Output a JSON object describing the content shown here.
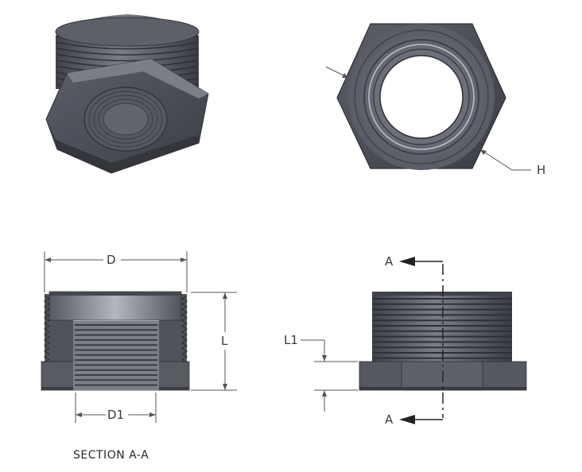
{
  "labels": {
    "d": "D",
    "d1": "D1",
    "l": "L",
    "l1": "L1",
    "h": "H",
    "section_top": "A",
    "section_bottom": "A",
    "section_caption": "SECTION A-A"
  },
  "colors": {
    "part_dark": "#4a4d55",
    "part_mid": "#6b6e77",
    "part_light": "#9ea1aa",
    "thread_dark": "#3c3f46",
    "dimension_line": "#555555",
    "section_line": "#222222"
  }
}
